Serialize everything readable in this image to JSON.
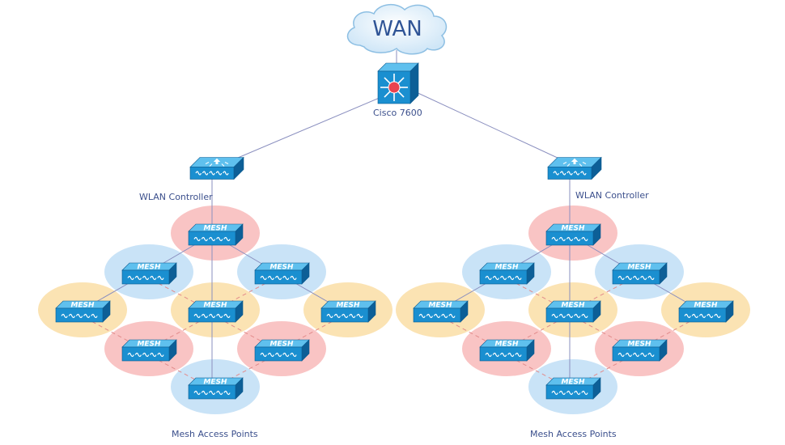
{
  "wan": {
    "label": "WAN"
  },
  "core": {
    "label": "Cisco 7600"
  },
  "left_cluster": {
    "controller_label": "WLAN Controller",
    "ap_group_label": "Mesh Access Points",
    "ap_text": "MESH"
  },
  "right_cluster": {
    "controller_label": "WLAN Controller",
    "ap_group_label": "Mesh Access Points",
    "ap_text": "MESH"
  },
  "colors": {
    "red_zone": "#f9c4c4",
    "blue_zone": "#c9e3f7",
    "yellow_zone": "#fbe3b3",
    "device_face": "#1a8fd0",
    "device_top": "#5fc0ee",
    "device_side": "#0d5f97",
    "link": "#8a8fbf",
    "dashed_link": "#e28a8a"
  },
  "icons": {
    "core": "layer3-switch-icon",
    "controller": "wlan-controller-icon",
    "ap": "mesh-access-point-icon",
    "cloud": "cloud-icon"
  }
}
